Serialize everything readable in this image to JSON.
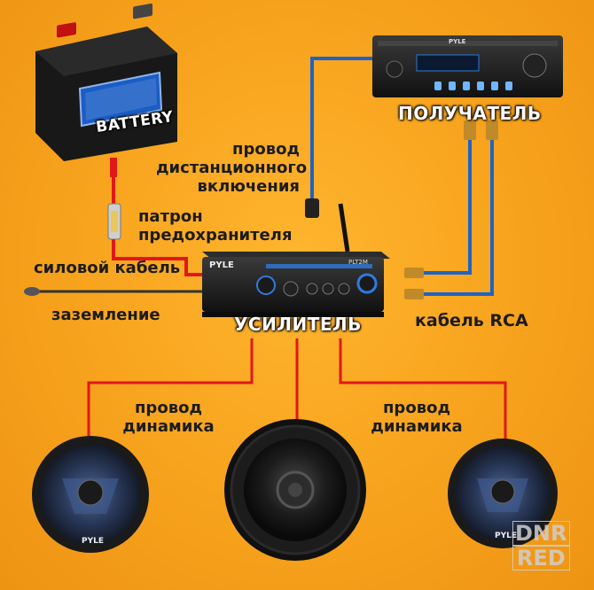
{
  "battery": {
    "label": "BATTERY"
  },
  "receiver": {
    "label": "ПОЛУЧАТЕЛЬ",
    "brand": "PYLE"
  },
  "amplifier": {
    "label": "УСИЛИТЕЛЬ",
    "brand": "PYLE",
    "model": "PLT2M"
  },
  "wires": {
    "remote": [
      "провод",
      "дистанционного",
      "включения"
    ],
    "fuse": [
      "патрон",
      "предохранителя"
    ],
    "power": "силовой кабель",
    "ground": "заземление",
    "rca": "кабель RCA",
    "speaker_left": [
      "провод",
      "динамика"
    ],
    "speaker_right": [
      "провод",
      "динамика"
    ]
  },
  "speakers": {
    "brand": "PYLE"
  },
  "watermark": {
    "line1": "DNR",
    "line2": "RED"
  },
  "colors": {
    "background": "#f7a21c",
    "red_wire": "#e01818",
    "blue_wire": "#1f63c6",
    "device": "#161616"
  }
}
